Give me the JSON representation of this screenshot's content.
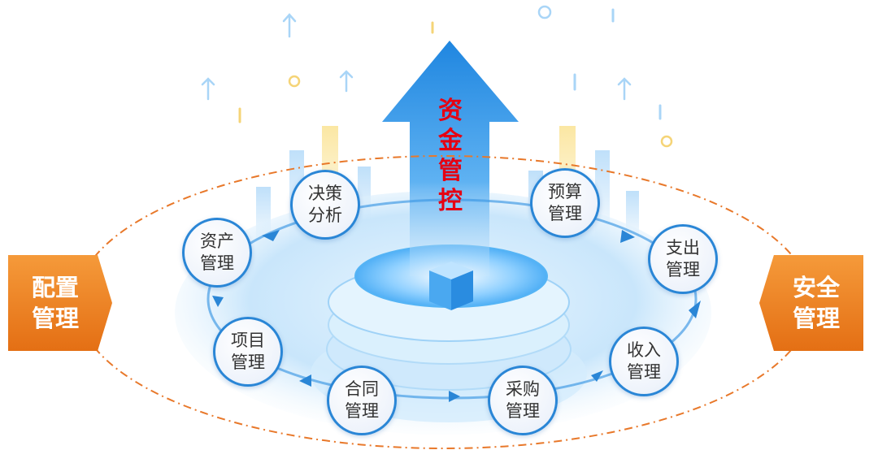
{
  "center": {
    "title": "资金管控"
  },
  "tags": {
    "left": "配置管理",
    "right": "安全管理"
  },
  "nodes": [
    {
      "id": "juece",
      "label": "决策分析"
    },
    {
      "id": "yusuan",
      "label": "预算管理"
    },
    {
      "id": "zhichu",
      "label": "支出管理"
    },
    {
      "id": "shouru",
      "label": "收入管理"
    },
    {
      "id": "caigou",
      "label": "采购管理"
    },
    {
      "id": "hetong",
      "label": "合同管理"
    },
    {
      "id": "xiangmu",
      "label": "项目管理"
    },
    {
      "id": "zichan",
      "label": "资产管理"
    }
  ],
  "colors": {
    "arrow": "#2a8ee0",
    "node_border": "#2a86d6",
    "tag": "#ee7d22",
    "title": "#e60012",
    "ellipse": "#e8782a"
  }
}
